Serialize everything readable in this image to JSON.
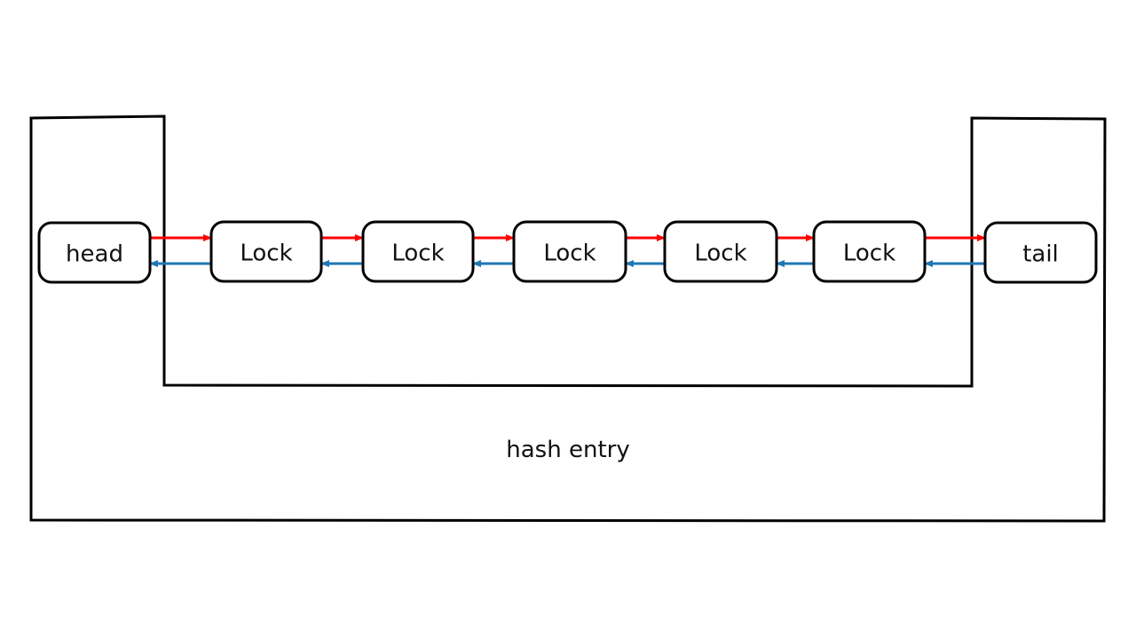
{
  "diagram": {
    "container_label": "hash entry",
    "nodes": [
      {
        "id": "head",
        "label": "head"
      },
      {
        "id": "lock1",
        "label": "Lock"
      },
      {
        "id": "lock2",
        "label": "Lock"
      },
      {
        "id": "lock3",
        "label": "Lock"
      },
      {
        "id": "lock4",
        "label": "Lock"
      },
      {
        "id": "lock5",
        "label": "Lock"
      },
      {
        "id": "tail",
        "label": "tail"
      }
    ],
    "edges": [
      {
        "from": "head",
        "to": "lock1",
        "kind": "next"
      },
      {
        "from": "lock1",
        "to": "head",
        "kind": "prev"
      },
      {
        "from": "lock1",
        "to": "lock2",
        "kind": "next"
      },
      {
        "from": "lock2",
        "to": "lock1",
        "kind": "prev"
      },
      {
        "from": "lock2",
        "to": "lock3",
        "kind": "next"
      },
      {
        "from": "lock3",
        "to": "lock2",
        "kind": "prev"
      },
      {
        "from": "lock3",
        "to": "lock4",
        "kind": "next"
      },
      {
        "from": "lock4",
        "to": "lock3",
        "kind": "prev"
      },
      {
        "from": "lock4",
        "to": "lock5",
        "kind": "next"
      },
      {
        "from": "lock5",
        "to": "lock4",
        "kind": "prev"
      },
      {
        "from": "lock5",
        "to": "tail",
        "kind": "next"
      },
      {
        "from": "tail",
        "to": "lock5",
        "kind": "prev"
      }
    ],
    "colors": {
      "next_arrow": "#ff0000",
      "prev_arrow": "#1f77b4",
      "outline": "#000000"
    }
  }
}
